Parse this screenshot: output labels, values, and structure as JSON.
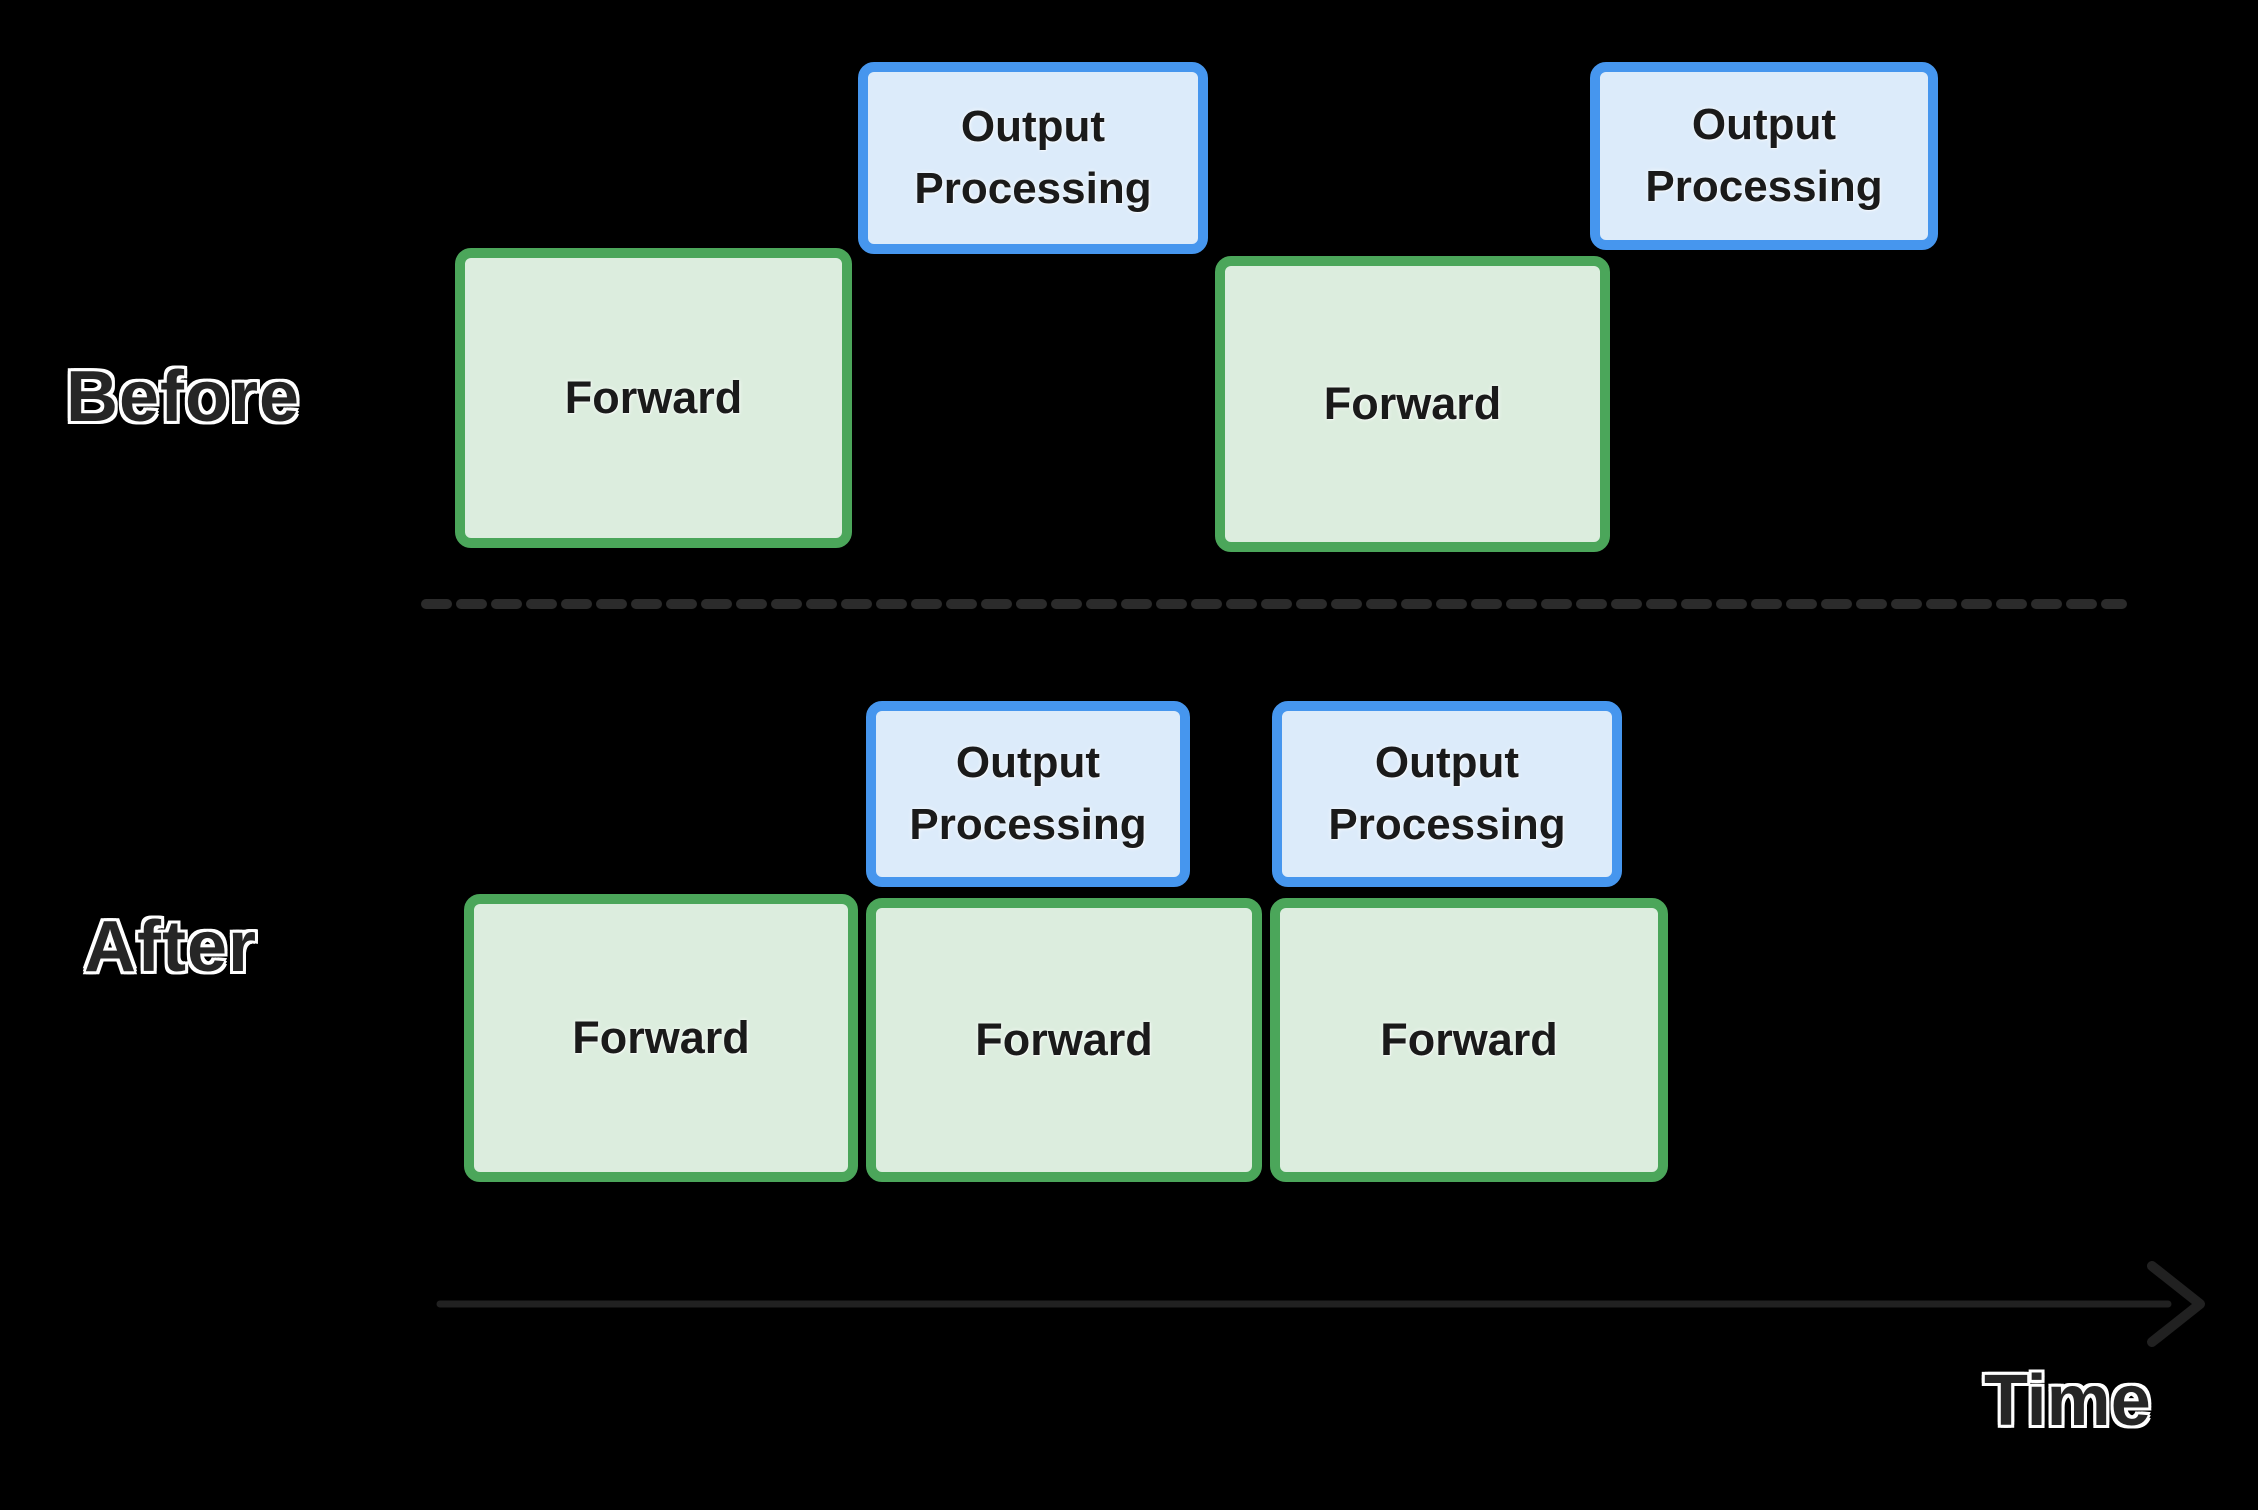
{
  "rows": {
    "before": {
      "label": "Before",
      "blocks": [
        {
          "type": "forward",
          "label": "Forward"
        },
        {
          "type": "output",
          "label": "Output Processing"
        },
        {
          "type": "forward",
          "label": "Forward"
        },
        {
          "type": "output",
          "label": "Output Processing"
        }
      ]
    },
    "after": {
      "label": "After",
      "blocks": [
        {
          "type": "forward",
          "label": "Forward"
        },
        {
          "type": "output",
          "label": "Output Processing"
        },
        {
          "type": "forward",
          "label": "Forward"
        },
        {
          "type": "output",
          "label": "Output Processing"
        },
        {
          "type": "forward",
          "label": "Forward"
        }
      ]
    }
  },
  "axis": {
    "label": "Time"
  },
  "colors": {
    "background": "#000000",
    "forward_fill": "#dcedde",
    "forward_border": "#4ba65a",
    "output_fill": "#dcebfa",
    "output_border": "#4696ee",
    "label_text": "#262626",
    "divider": "#2b2b2b",
    "axis": "#212121"
  }
}
